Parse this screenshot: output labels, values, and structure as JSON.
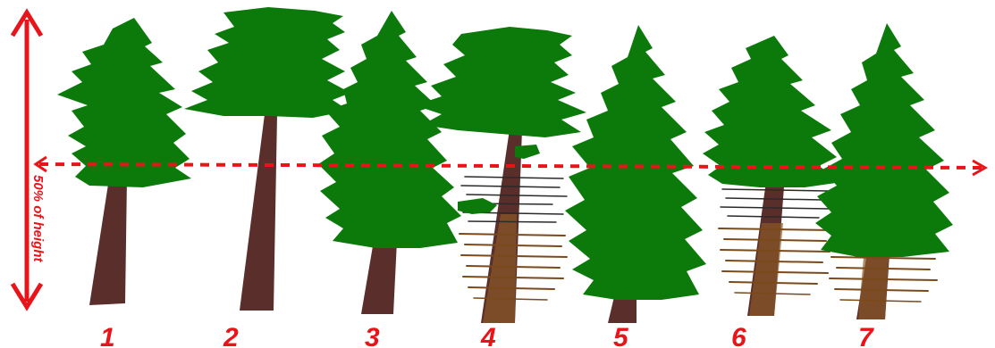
{
  "colors": {
    "foliage": "#0b7a0b",
    "foliage_dark": "#065a06",
    "trunk": "#5a2e2a",
    "trunk_light": "#8a5a2a",
    "marker": "#e8141a",
    "dead_branch": "#2a2a2a",
    "dead_branch_brown": "#7a4a1a"
  },
  "measure": {
    "label": "50% of height",
    "icons": [
      "double-arrow-vertical",
      "dashed-arrow-horizontal"
    ]
  },
  "trees": [
    {
      "number": "1"
    },
    {
      "number": "2"
    },
    {
      "number": "3"
    },
    {
      "number": "4"
    },
    {
      "number": "5"
    },
    {
      "number": "6"
    },
    {
      "number": "7"
    }
  ]
}
